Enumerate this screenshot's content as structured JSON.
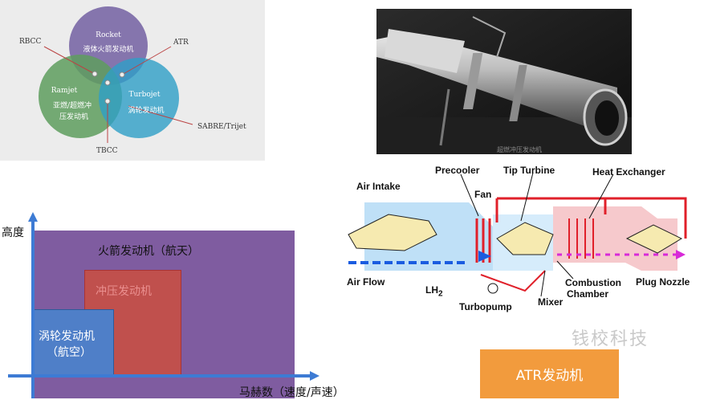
{
  "venn": {
    "rocket_en": "Rocket",
    "rocket_cn": "液体火箭发动机",
    "ramjet_en": "Ramjet",
    "ramjet_cn_1": "亚燃/超燃冲",
    "ramjet_cn_2": "压发动机",
    "turbojet_en": "Turbojet",
    "turbojet_cn": "涡轮发动机",
    "rbcc": "RBCC",
    "atr": "ATR",
    "tbcc": "TBCC",
    "sabre": "SABRE/Trijet",
    "colors": {
      "rocket": "#7a68a6",
      "ramjet": "#5e9e5e",
      "turbojet": "#2e9fc7"
    }
  },
  "chart": {
    "y_axis_label": "高度",
    "x_axis_label": "马赫数（速度/声速）",
    "rocket_label": "火箭发动机（航天）",
    "ramjet_label": "冲压发动机",
    "turbo_label_1": "涡轮发动机",
    "turbo_label_2": "（航空）",
    "colors": {
      "axis": "#3d7bd4",
      "rocket": "#7f5ca0",
      "ramjet": "#c0504d",
      "turbo": "#4f7fc8"
    }
  },
  "schematic": {
    "air_intake": "Air Intake",
    "precooler": "Precooler",
    "tip_turbine": "Tip Turbine",
    "heat_exchanger": "Heat Exchanger",
    "fan": "Fan",
    "air_flow": "Air Flow",
    "lh2_main": "LH",
    "lh2_sub": "2",
    "turbopump": "Turbopump",
    "mixer": "Mixer",
    "combustion_1": "Combustion",
    "combustion_2": "Chamber",
    "plug_nozzle": "Plug Nozzle"
  },
  "photo_caption": "超燃冲压发动机",
  "atr_box_label": "ATR发动机",
  "watermark": "钱校科技"
}
